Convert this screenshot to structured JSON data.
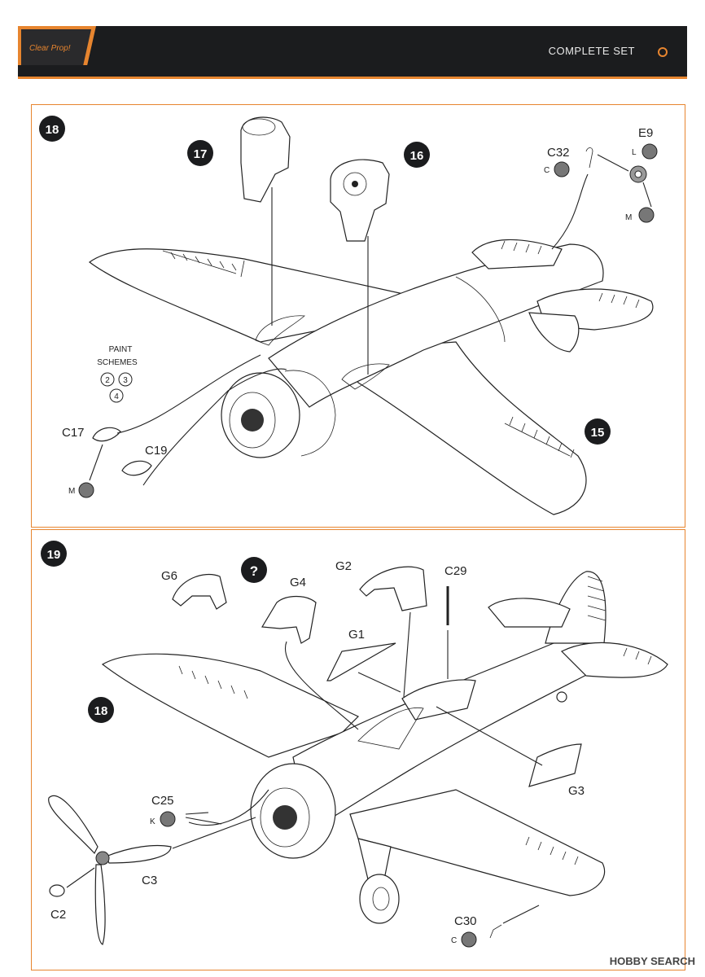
{
  "header": {
    "logo_text": "Clear Prop!",
    "title": "COMPLETE SET"
  },
  "steps": {
    "step18": {
      "number": "18",
      "sub_steps": [
        "17",
        "16",
        "15"
      ],
      "paint_schemes": {
        "title_line1": "PAINT",
        "title_line2": "SCHEMES",
        "numbers": [
          "2",
          "3",
          "4"
        ]
      },
      "parts": {
        "c32": {
          "label": "C32",
          "glue": "C"
        },
        "e9": {
          "label": "E9",
          "glue_top": "L",
          "glue_bottom": "M"
        },
        "c17": {
          "label": "C17"
        },
        "c19": {
          "label": "C19",
          "glue": "M"
        }
      }
    },
    "step19": {
      "number": "19",
      "sub_step": "18",
      "unknown_marker": "?",
      "parts": {
        "g6": "G6",
        "g4": "G4",
        "g2": "G2",
        "c29": "C29",
        "g1": "G1",
        "g3": "G3",
        "c25": {
          "label": "C25",
          "glue": "K"
        },
        "c3": "C3",
        "c2": "C2",
        "c30": {
          "label": "C30",
          "glue": "C"
        }
      }
    }
  },
  "watermark": "HOBBY SEARCH",
  "colors": {
    "accent": "#e7852f",
    "header_bg": "#1b1c1e",
    "badge": "#1b1c1e"
  }
}
